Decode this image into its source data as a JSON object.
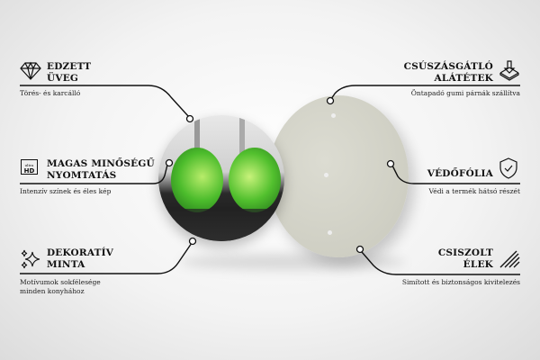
{
  "features_left": [
    {
      "title_line1": "EDZETT",
      "title_line2": "ÜVEG",
      "desc": "Törés- és karcálló",
      "icon": "diamond-icon"
    },
    {
      "title_line1": "MAGAS MINŐSÉGŰ",
      "title_line2": "NYOMTATÁS",
      "desc": "Intenzív színek és éles kép",
      "icon": "ultra-hd-icon",
      "icon_text_small": "ultra",
      "icon_text_large": "HD"
    },
    {
      "title_line1": "DEKORATÍV",
      "title_line2": "MINTA",
      "desc_line1": "Motívumok sokfélesége",
      "desc_line2": "minden konyhához",
      "icon": "sparkles-icon"
    }
  ],
  "features_right": [
    {
      "title_line1": "CSÚSZÁSGÁTLÓ",
      "title_line2": "ALÁTÉTEK",
      "desc": "Öntapadó gumi párnák szállítva",
      "icon": "download-tray-icon"
    },
    {
      "title_line1": "VÉDŐFÓLIA",
      "desc": "Védi a termék hátsó részét",
      "icon": "shield-check-icon"
    },
    {
      "title_line1": "CSISZOLT",
      "title_line2": "ÉLEK",
      "desc": "Simított és biztonságos kivitelezés",
      "icon": "hatched-edge-icon"
    }
  ],
  "colors": {
    "lime": "#3fae2a",
    "back": "#d4d4c8",
    "line": "#111111"
  }
}
